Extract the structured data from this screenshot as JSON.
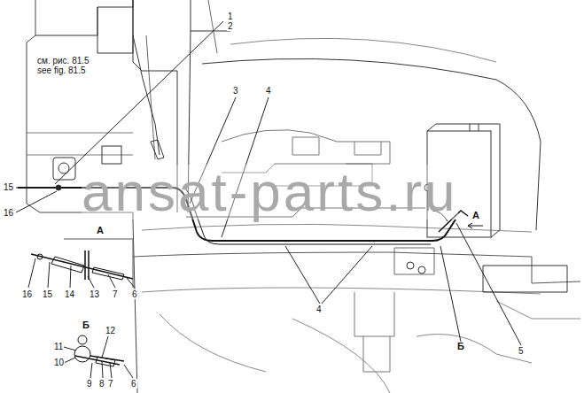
{
  "diagram": {
    "labels": [
      "1",
      "2",
      "см. рис. 81.5",
      "see fig. 81.5",
      "3",
      "4",
      "15",
      "16",
      "А",
      "4",
      "Б",
      "5",
      "А",
      "16",
      "15",
      "14",
      "13",
      "7",
      "6",
      "Б",
      "12",
      "11",
      "10",
      "9",
      "8",
      "7",
      "6",
      "ansat-parts.ru"
    ]
  }
}
